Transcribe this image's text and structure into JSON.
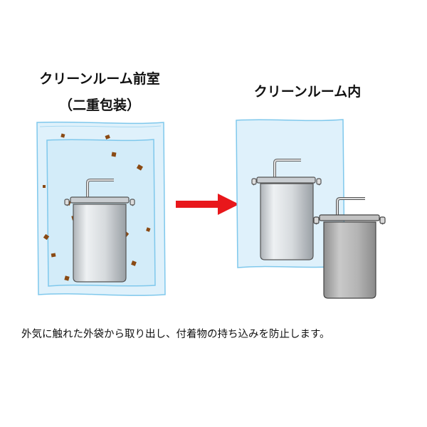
{
  "labels": {
    "antechamber_title": "クリーンルーム前室",
    "antechamber_subtitle": "（二重包装）",
    "cleanroom_title": "クリーンルーム内"
  },
  "caption": "外気に触れた外袋から取り出し、付着物の持ち込みを防止します。",
  "colors": {
    "bag_fill": "#dff1fb",
    "bag_edge": "#7fc8ec",
    "arrow": "#e8171b",
    "particle": "#8a4a14",
    "can_light": "#e8ecef",
    "can_dark": "#b8b8b8"
  }
}
